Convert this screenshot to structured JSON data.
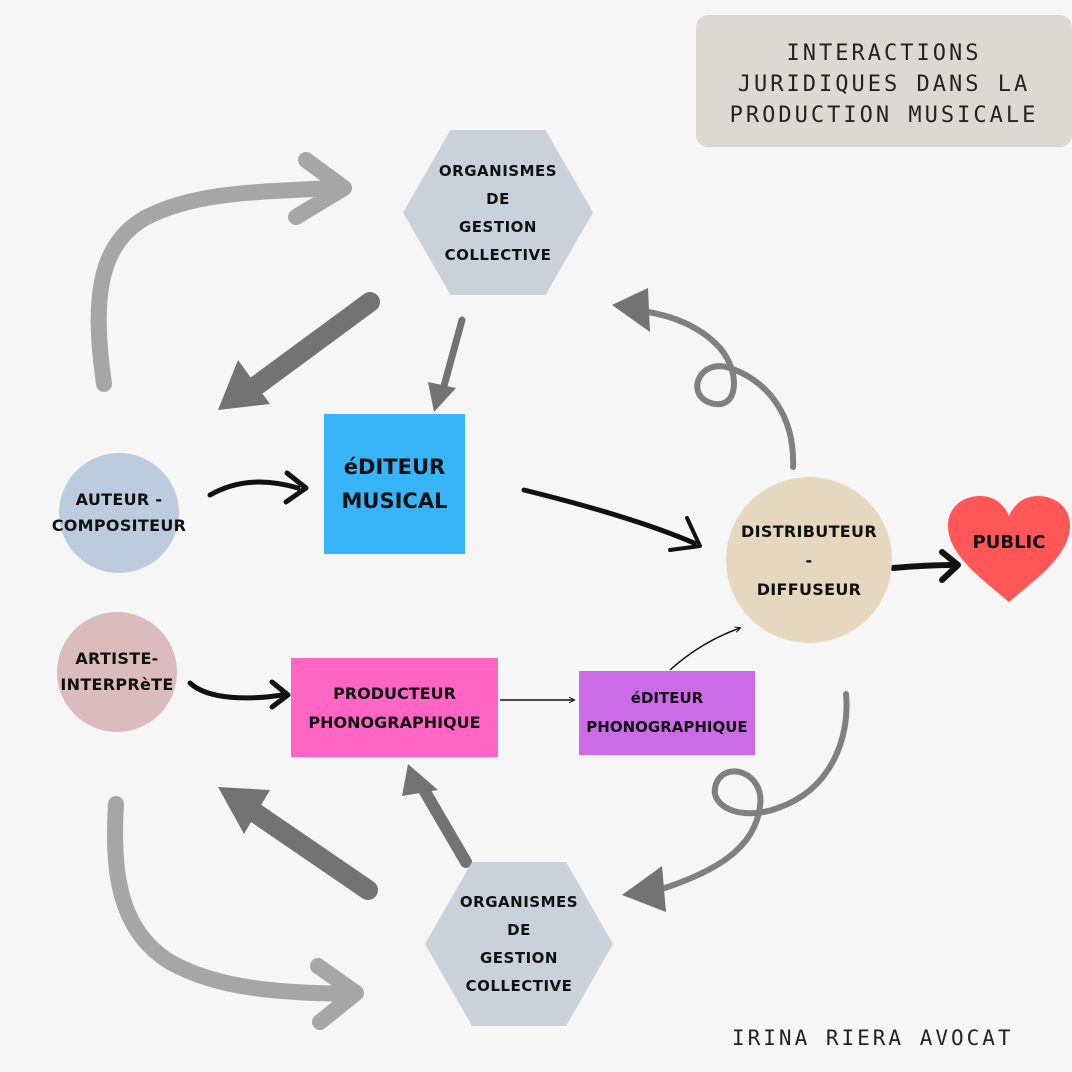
{
  "title": {
    "lines": [
      "INTERACTIONS",
      "JURIDIQUES DANS LA",
      "PRODUCTION MUSICALE"
    ]
  },
  "nodes": {
    "ogc_top": {
      "lines": [
        "ORGANISMES",
        "DE",
        "GESTION",
        "COLLECTIVE"
      ],
      "color": "#c9d1da"
    },
    "ogc_bottom": {
      "lines": [
        "ORGANISMES",
        "DE",
        "GESTION",
        "COLLECTIVE"
      ],
      "color": "#c9d1da"
    },
    "auteur": {
      "lines": [
        "AUTEUR -",
        "COMPOSITEUR"
      ],
      "color": "#bccbdd"
    },
    "artiste": {
      "lines": [
        "ARTISTE-",
        "INTERPRèTE"
      ],
      "color": "#dbbcbc"
    },
    "editeur_musical": {
      "lines": [
        "éDITEUR",
        "MUSICAL"
      ],
      "color": "#38b4f8"
    },
    "producteur": {
      "lines": [
        "PRODUCTEUR",
        "PHONOGRAPHIQUE"
      ],
      "color": "#ff66c4"
    },
    "editeur_phono": {
      "lines": [
        "éDITEUR",
        "PHONOGRAPHIQUE"
      ],
      "color": "#cb6ce6"
    },
    "distributeur": {
      "lines": [
        "DISTRIBUTEUR",
        "-",
        "DIFFUSEUR"
      ],
      "color": "#e6d7bf"
    },
    "public": {
      "label": "PUBLIC",
      "color": "#ff5757"
    }
  },
  "credit": "IRINA RIERA AVOCAT",
  "colors": {
    "background": "#f6f6f6",
    "arrow_grey_light": "#a6a6a6",
    "arrow_grey_dark": "#737373",
    "arrow_black": "#111111"
  }
}
